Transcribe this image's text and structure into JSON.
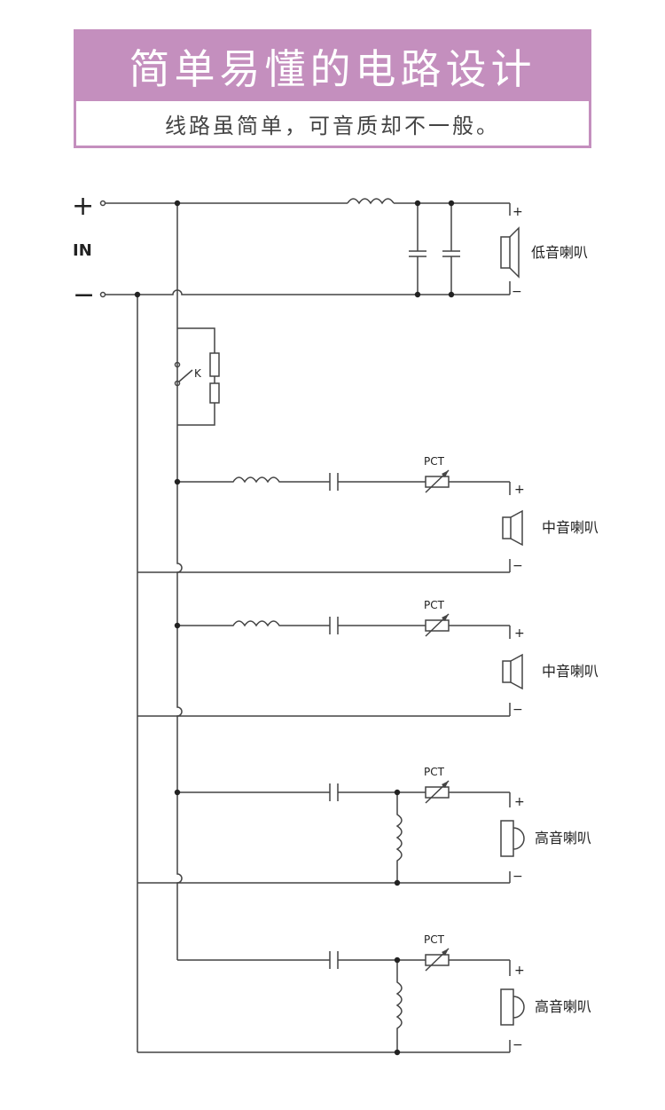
{
  "header": {
    "title": "简单易懂的电路设计",
    "subtitle": "线路虽简单，可音质却不一般。"
  },
  "circuit": {
    "input": {
      "plus": "+",
      "label": "IN",
      "minus": "−"
    },
    "switch_label": "K",
    "ptc_label": "PCT",
    "terminal_plus": "+",
    "terminal_minus": "−",
    "woofer_label": "低音喇叭",
    "mid_label": "中音喇叭",
    "tweeter_label": "高音喇叭"
  },
  "colors": {
    "banner": "#c48fbe",
    "wire": "#444444"
  }
}
